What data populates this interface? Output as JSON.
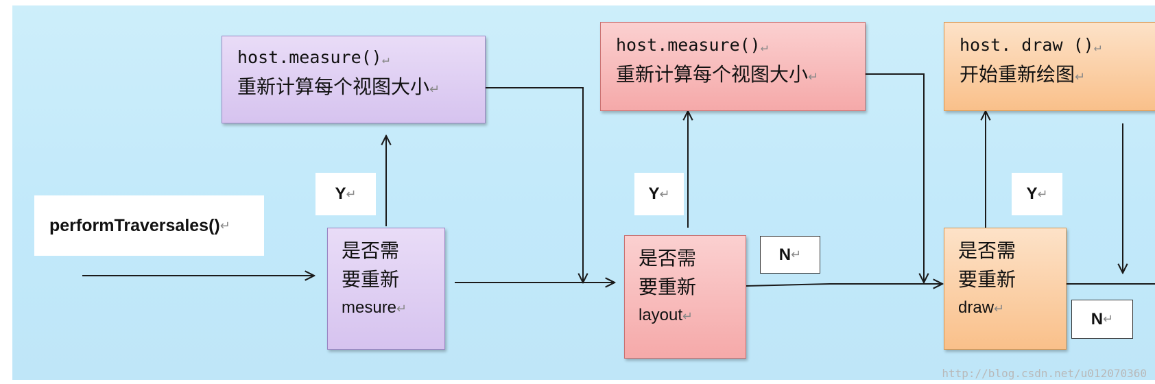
{
  "entry": {
    "label": "performTraversales()"
  },
  "boxes": {
    "measure_action": {
      "line1": "host.measure()",
      "line2": "重新计算每个视图大小"
    },
    "layout_action": {
      "line1": "host.measure()",
      "line2": "重新计算每个视图大小"
    },
    "draw_action": {
      "line1": "host. draw ()",
      "line2": "开始重新绘图"
    },
    "measure_decision": {
      "line1": "是否需",
      "line2": "要重新",
      "line3": "mesure"
    },
    "layout_decision": {
      "line1": "是否需",
      "line2": "要重新",
      "line3": "layout"
    },
    "draw_decision": {
      "line1": "是否需",
      "line2": "要重新",
      "line3": "draw"
    }
  },
  "labels": {
    "yes_measure": "Y",
    "yes_layout": "Y",
    "yes_draw": "Y",
    "no_layout": "N",
    "no_draw": "N"
  },
  "paragraph_mark": "↵",
  "watermark": "http://blog.csdn.net/u012070360",
  "colors": {
    "background": "#c5eafa",
    "measure": "#d9c6f0",
    "layout": "#f6aeae",
    "draw": "#fac590",
    "arrow": "#1a1a1a"
  }
}
